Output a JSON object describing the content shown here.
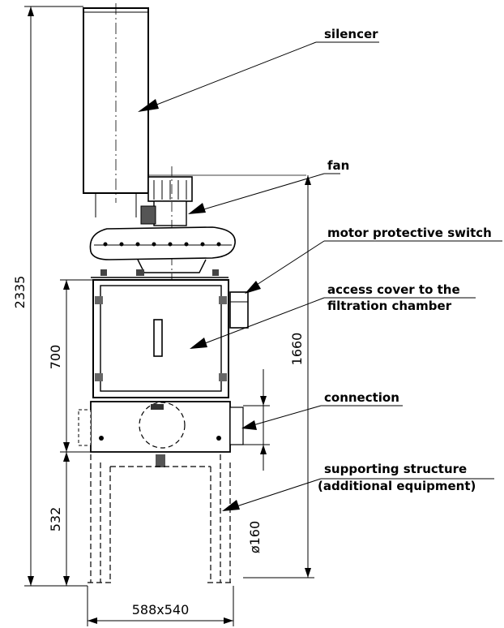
{
  "labels": {
    "silencer": "silencer",
    "fan": "fan",
    "motor_switch": "motor protective switch",
    "access_line1": "access cover to the",
    "access_line2": "filtration chamber",
    "connection": "connection",
    "support_line1": "supporting structure",
    "support_line2": "(additional equipment)"
  },
  "dimensions": {
    "total_height": "2335",
    "chamber_height": "700",
    "stand_height": "532",
    "unit_height": "1660",
    "pipe_diameter": "ø160",
    "footprint": "588x540"
  }
}
